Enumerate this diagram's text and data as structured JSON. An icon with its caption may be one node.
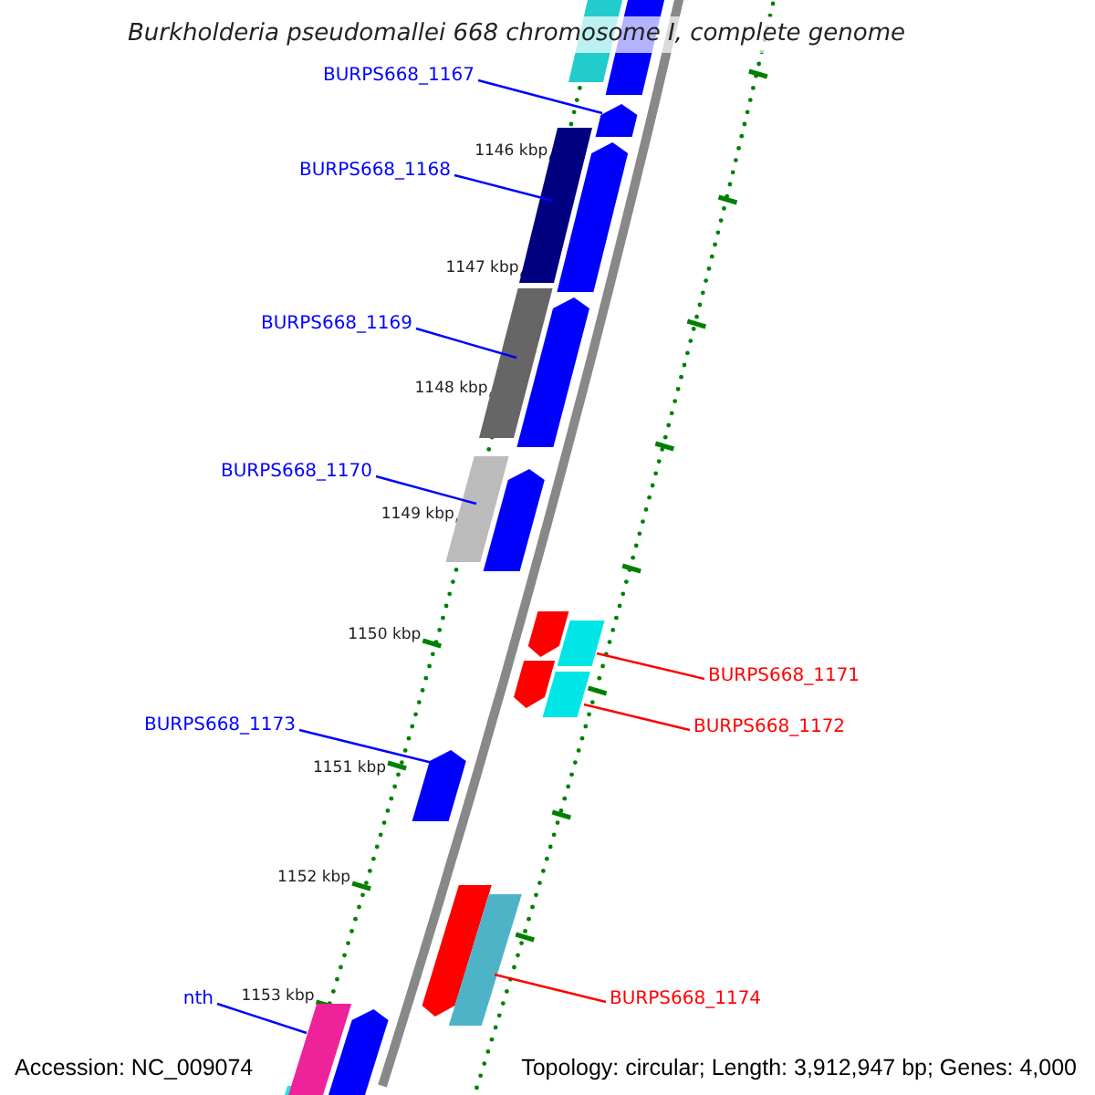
{
  "diagram": {
    "title": "Burkholderia pseudomallei 668 chromosome I, complete genome",
    "nodes": [
      {
        "text": [
          "BURPS668_1167"
        ]
      },
      {
        "text": [
          "BURPS668_1168"
        ]
      },
      {
        "text": [
          "BURPS668_1169"
        ]
      },
      {
        "text": [
          "BURPS668_1170"
        ]
      },
      {
        "text": [
          "BURPS668_1173"
        ]
      },
      {
        "text": [
          "nth"
        ]
      },
      {
        "text": [
          "BURPS668_1171"
        ]
      },
      {
        "text": [
          "BURPS668_1172"
        ]
      },
      {
        "text": [
          "BURPS668_1174"
        ]
      },
      {
        "text": [],
        "shape": "arrow"
      },
      {
        "text": [],
        "shape": "bar"
      },
      {
        "text": [],
        "shape": "bar"
      },
      {
        "text": [],
        "shape": "bar"
      },
      {
        "text": [],
        "shape": "arrow"
      },
      {
        "text": [],
        "shape": "bar"
      },
      {
        "text": [],
        "shape": "bar"
      },
      {
        "text": [],
        "shape": "bar"
      },
      {
        "text": [],
        "shape": "bar"
      },
      {
        "text": [],
        "shape": "arrow"
      },
      {
        "text": [],
        "shape": "arrow"
      }
    ],
    "edges": [
      {
        "from": 0,
        "to": 9,
        "arrow": "none"
      },
      {
        "from": 1,
        "to": 10,
        "arrow": "none"
      },
      {
        "from": 2,
        "to": 11,
        "arrow": "none"
      },
      {
        "from": 3,
        "to": 12,
        "arrow": "none"
      },
      {
        "from": 4,
        "to": 13,
        "arrow": "none"
      },
      {
        "from": 5,
        "to": 14,
        "arrow": "none"
      },
      {
        "from": 6,
        "to": 15,
        "arrow": "none",
        "color": "#ff0000"
      },
      {
        "from": 7,
        "to": 16,
        "arrow": "none",
        "color": "#ff0000"
      },
      {
        "from": 8,
        "to": 17,
        "arrow": "none",
        "color": "#ff0000"
      }
    ],
    "labels": [
      "1146 kbp",
      "1147 kbp",
      "1148 kbp",
      "1149 kbp",
      "1150 kbp",
      "1151 kbp",
      "1152 kbp",
      "1153 kbp",
      "Accession: NC_009074",
      "Topology: circular; Length: 3,912,947 bp; Genes: 4,000"
    ]
  }
}
